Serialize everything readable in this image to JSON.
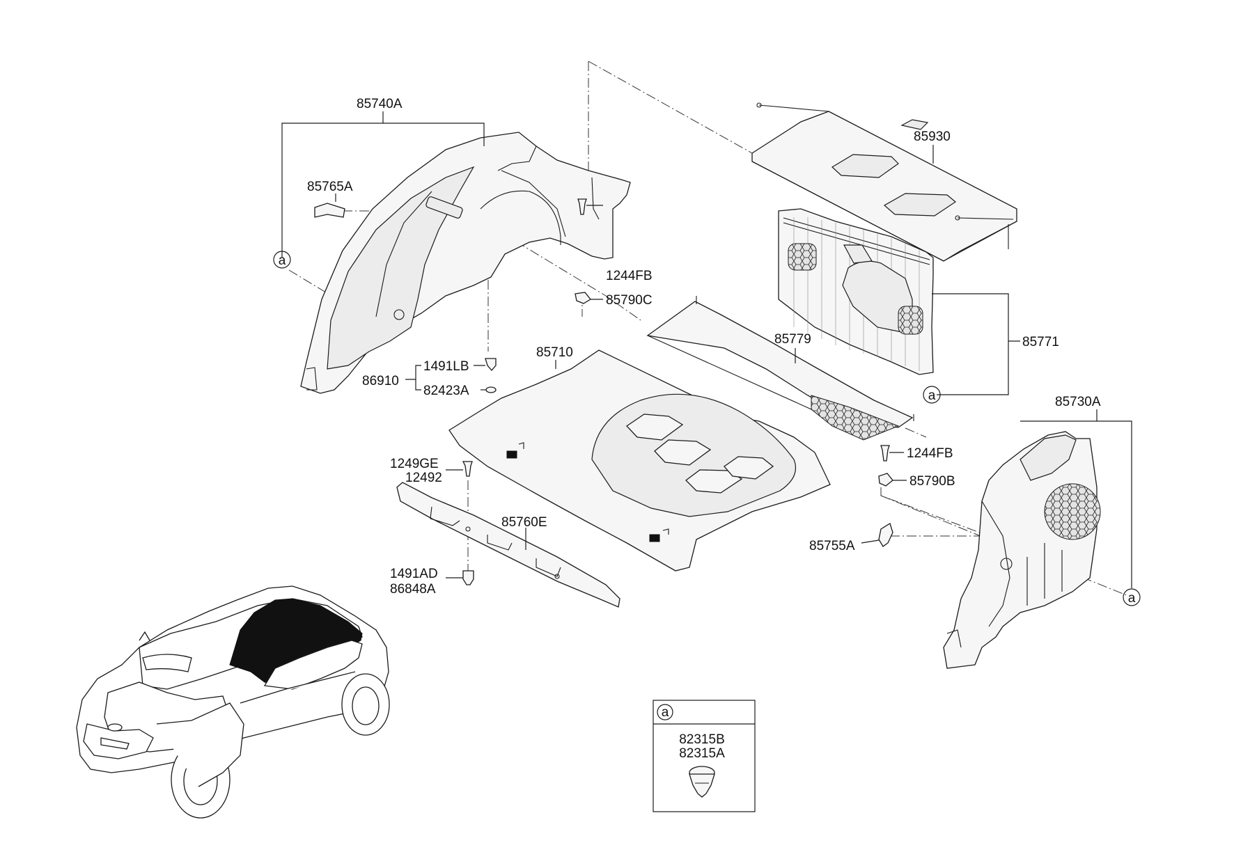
{
  "callouts": {
    "p85740A": "85740A",
    "p85765A": "85765A",
    "p1244FB_upper": "1244FB",
    "p85790C": "85790C",
    "p85710": "85710",
    "p1491LB": "1491LB",
    "p86910": "86910",
    "p82423A": "82423A",
    "p85930": "85930",
    "p85779": "85779",
    "p85771": "85771",
    "p85730A": "85730A",
    "p1244FB_lower": "1244FB",
    "p85790B": "85790B",
    "p85755A": "85755A",
    "p1249GE": "1249GE",
    "p12492": "12492",
    "p85760E": "85760E",
    "p1491AD": "1491AD",
    "p86848A": "86848A"
  },
  "circle_ref": "a",
  "detail_box": {
    "ref": "a",
    "part_line1": "82315B",
    "part_line2": "82315A"
  }
}
